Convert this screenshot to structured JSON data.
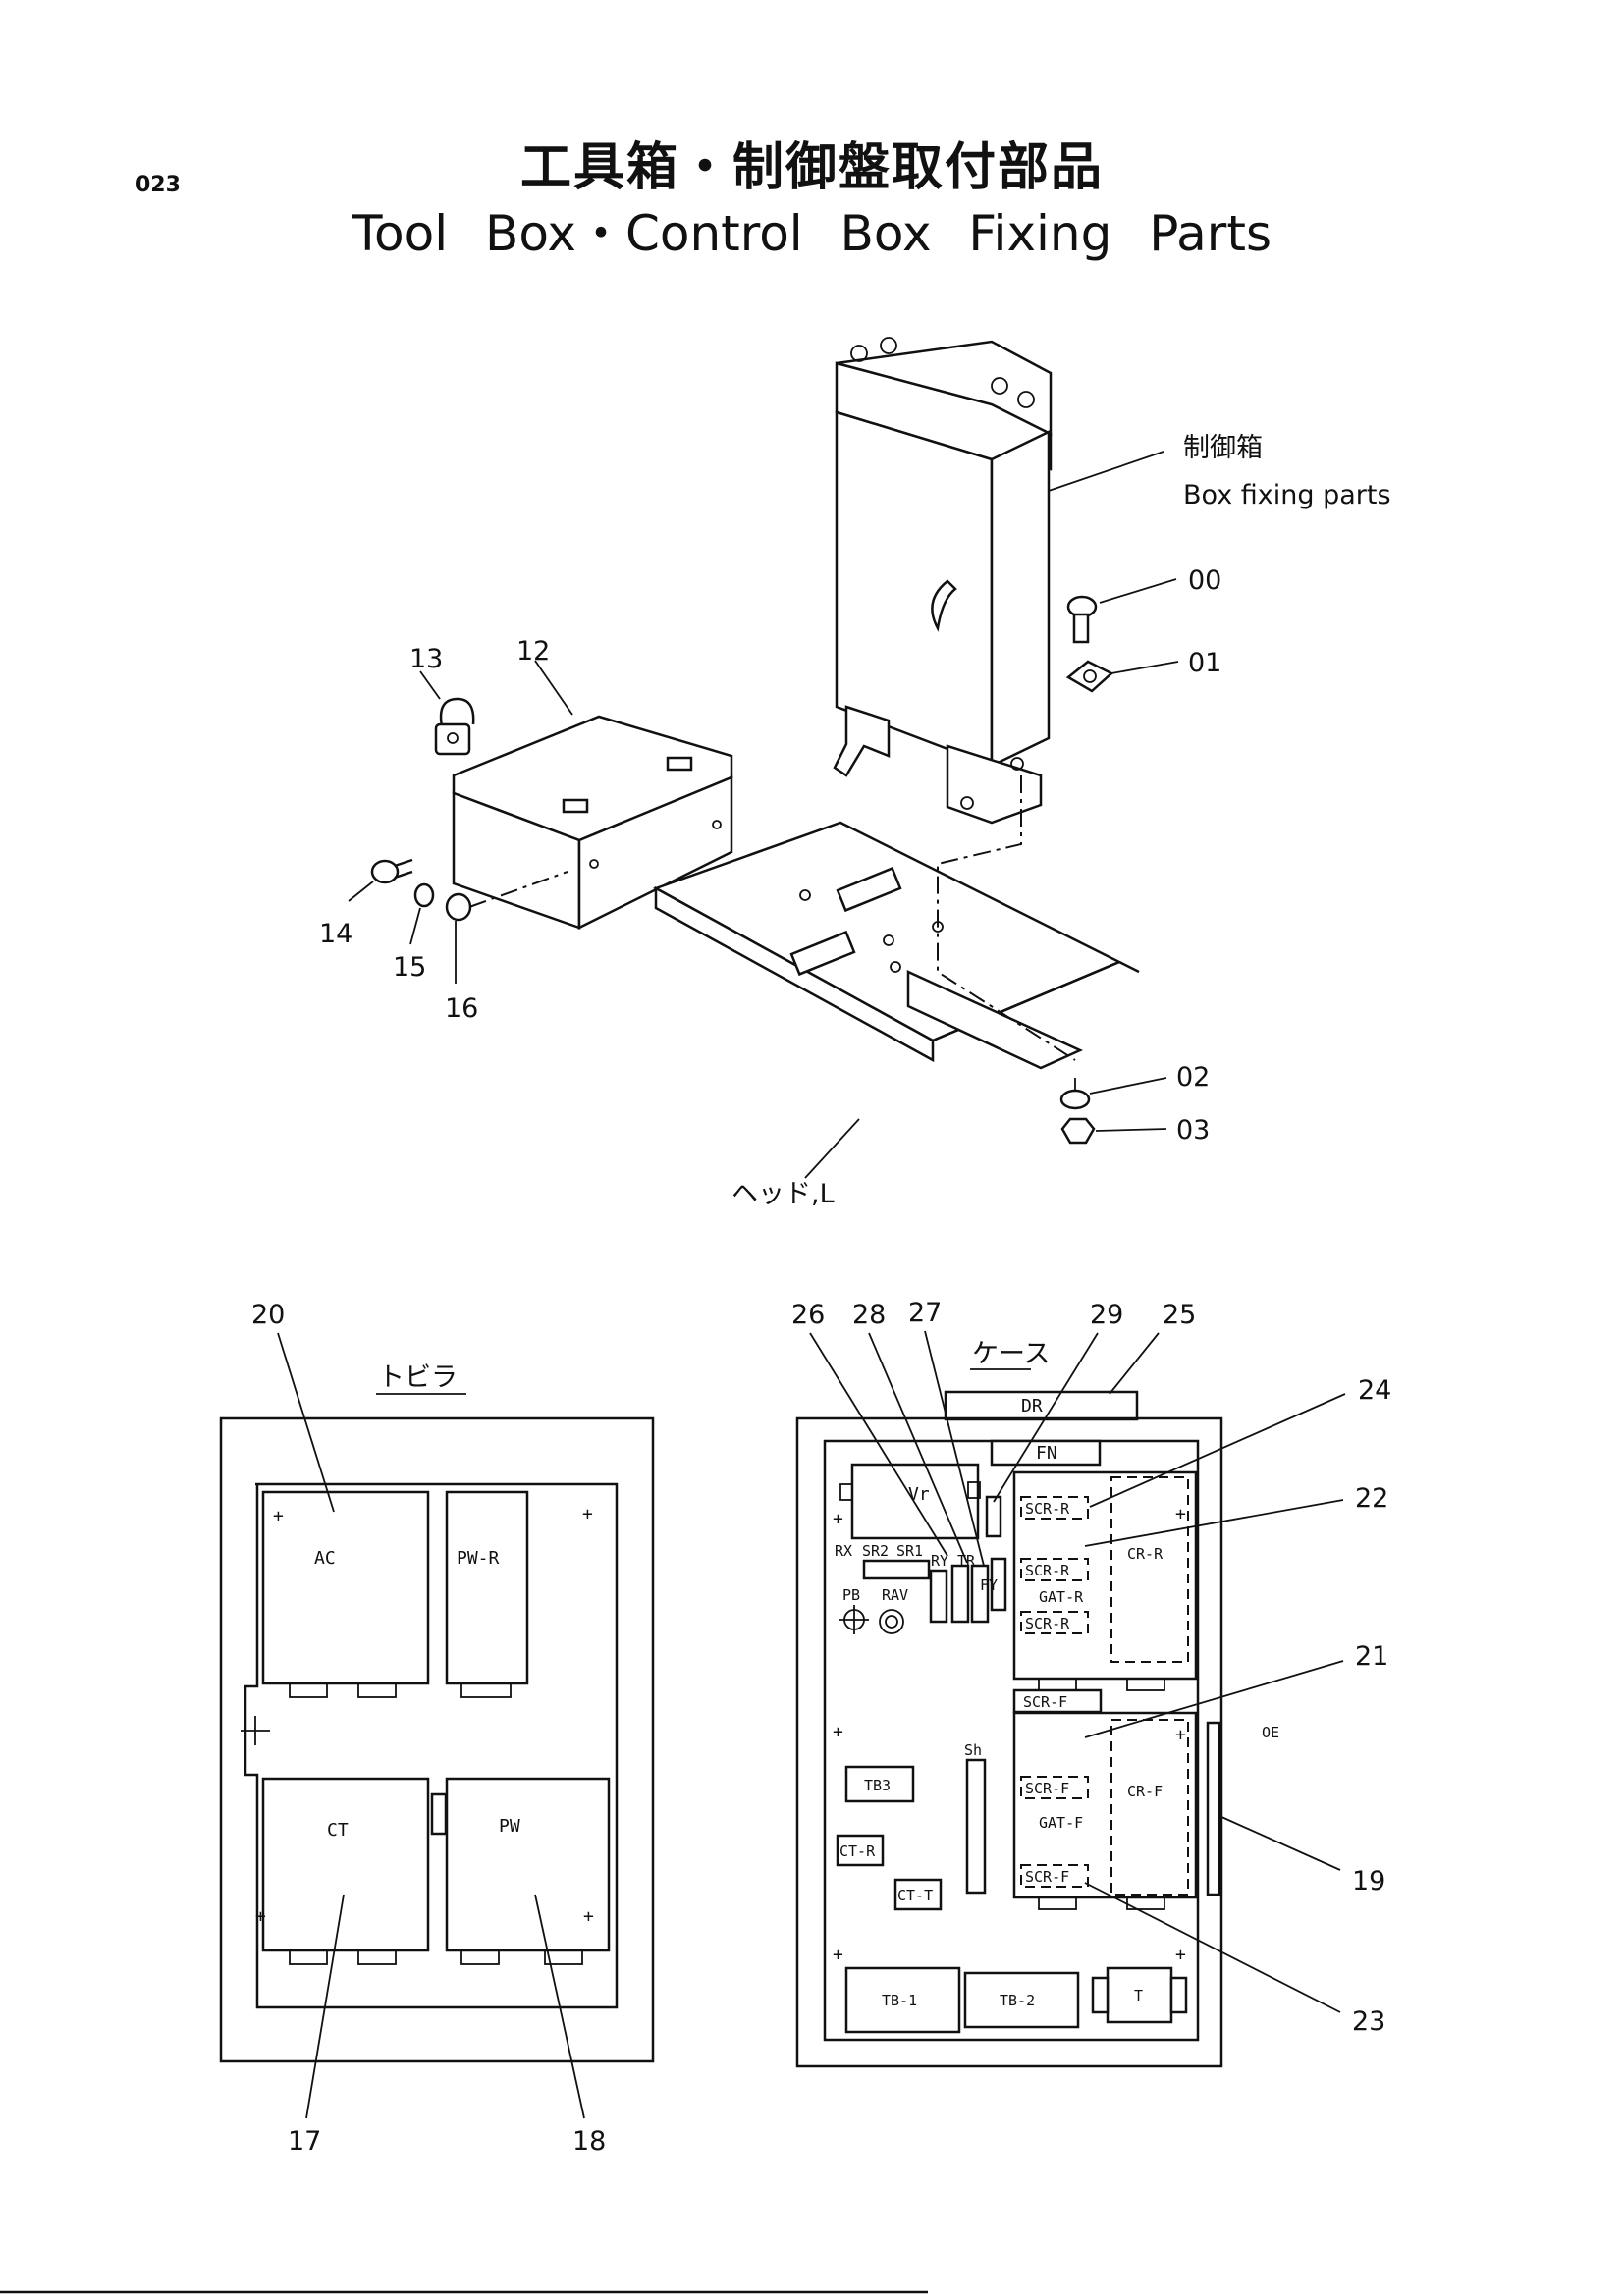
{
  "header": {
    "page_number": "023",
    "title_jp": "工具箱・制御盤取付部品",
    "title_en": "Tool Box・Control Box Fixing Parts"
  },
  "top_diagram": {
    "control_box_label_jp": "制御箱",
    "control_box_label_en": "Box fixing parts",
    "frame_label": "ヘッド,L",
    "callouts": [
      "00",
      "01",
      "02",
      "03",
      "12",
      "13",
      "14",
      "15",
      "16"
    ]
  },
  "left_panel": {
    "header_label": "トビラ",
    "components": [
      "AC",
      "PW-R",
      "CT",
      "PW"
    ],
    "callouts": [
      "20",
      "17",
      "18"
    ]
  },
  "right_panel": {
    "header_label": "ケース",
    "components": [
      "DR",
      "FN",
      "Vr",
      "RX",
      "SR2",
      "SR1",
      "RY",
      "TR",
      "FY",
      "PB",
      "RAV",
      "SCR-R",
      "SCR-R",
      "GAT-R",
      "SCR-R",
      "CR-R",
      "SCR-F",
      "Sh",
      "TB3",
      "SCR-F",
      "GAT-F",
      "CR-F",
      "CT-R",
      "CT-T",
      "SCR-F",
      "TB-1",
      "TB-2",
      "T",
      "OE"
    ],
    "callouts": [
      "26",
      "28",
      "27",
      "29",
      "25",
      "24",
      "22",
      "21",
      "19",
      "23"
    ]
  }
}
